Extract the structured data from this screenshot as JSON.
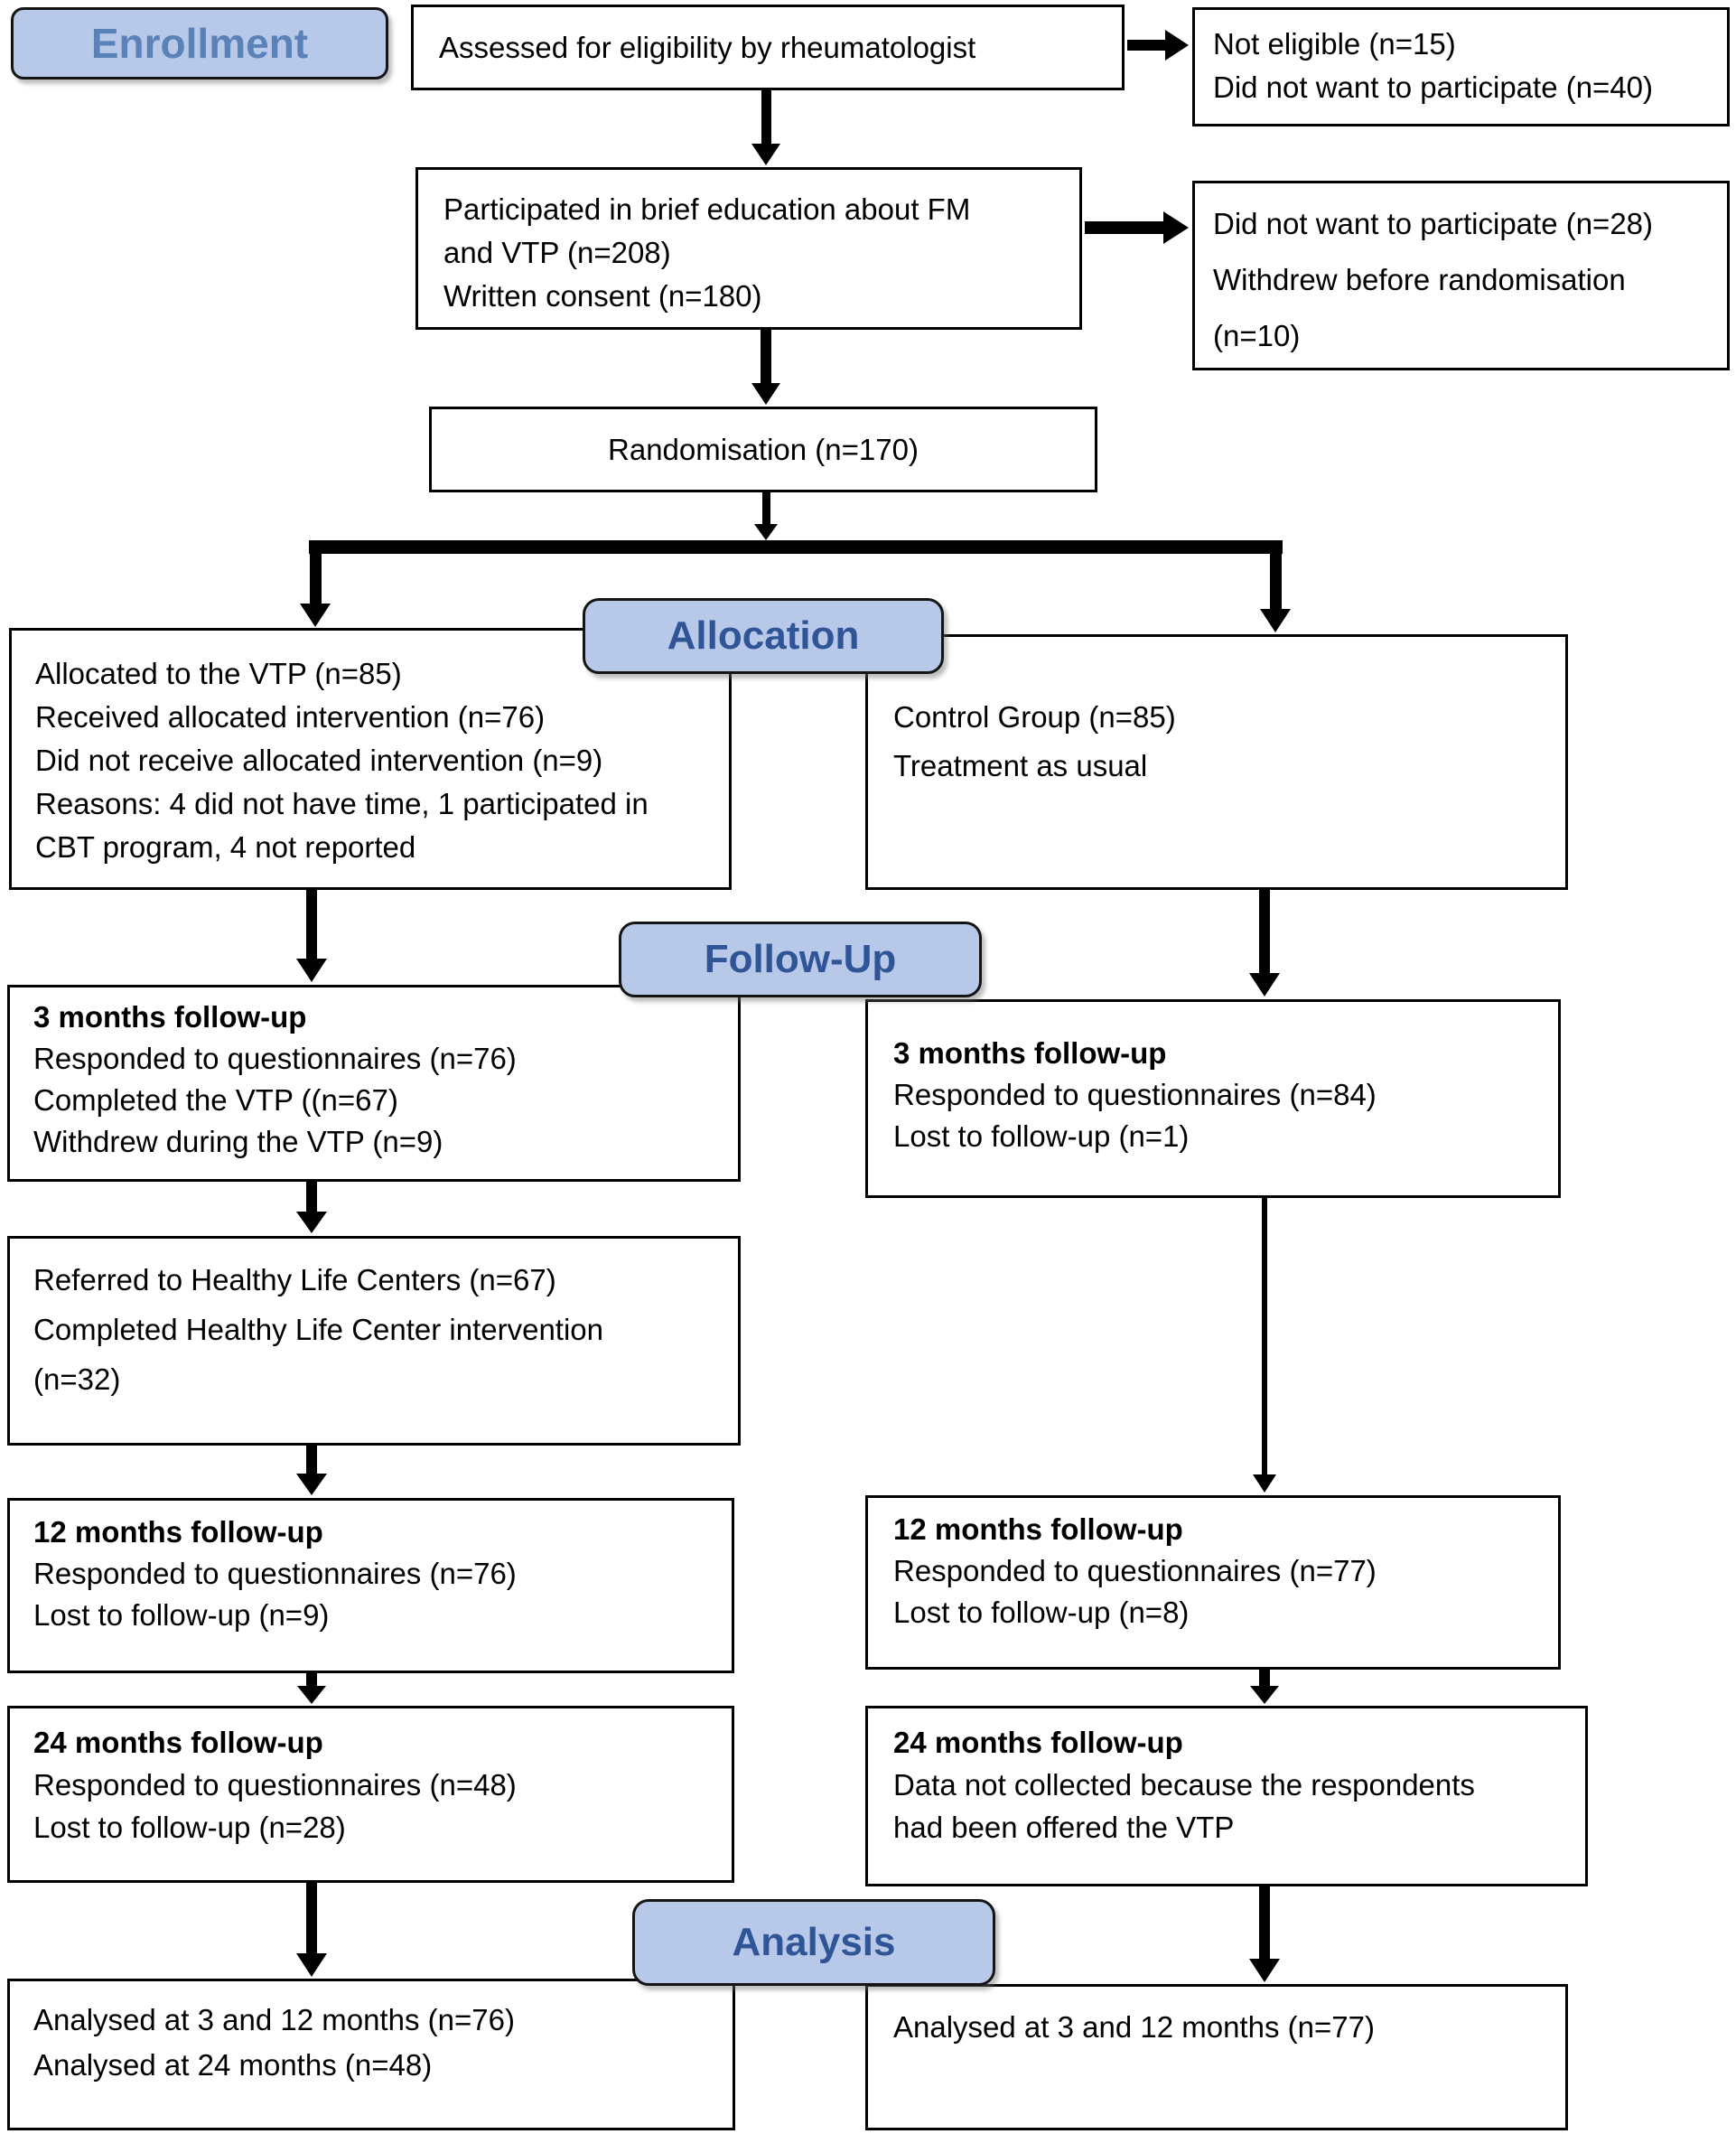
{
  "colors": {
    "badge_fill": "#b8c8e8",
    "badge_border": "#141414",
    "badge_text": "#2f5597",
    "enrollment_text": "#5b82b8",
    "box_border": "#000000",
    "text": "#000000",
    "background": "#ffffff",
    "arrow": "#000000"
  },
  "badges": {
    "enrollment": "Enrollment",
    "allocation": "Allocation",
    "followup": "Follow-Up",
    "analysis": "Analysis"
  },
  "boxes": {
    "assessed": {
      "lines": [
        "Assessed for eligibility by rheumatologist"
      ]
    },
    "not_eligible": {
      "lines": [
        "Not eligible (n=15)",
        "Did not want to participate (n=40)"
      ]
    },
    "education": {
      "lines": [
        "Participated in brief education about FM",
        "and VTP (n=208)",
        "Written consent (n=180)"
      ]
    },
    "declined": {
      "lines": [
        "Did not want to participate (n=28)",
        "Withdrew before randomisation",
        "(n=10)"
      ]
    },
    "randomisation": {
      "lines": [
        "Randomisation (n=170)"
      ]
    },
    "vtp_allocation": {
      "lines": [
        "Allocated to the VTP (n=85)",
        "Received allocated intervention (n=76)",
        "Did not receive allocated intervention (n=9)",
        "Reasons: 4 did not have time, 1 participated in",
        "CBT program, 4 not reported"
      ]
    },
    "control_allocation": {
      "lines": [
        "Control Group (n=85)",
        "Treatment as usual"
      ]
    },
    "vtp_3m": {
      "title": "3 months follow-up",
      "lines": [
        "Responded to questionnaires (n=76)",
        "Completed the VTP ((n=67)",
        "Withdrew during the VTP (n=9)"
      ]
    },
    "control_3m": {
      "title": "3 months follow-up",
      "lines": [
        "Responded to questionnaires (n=84)",
        "Lost to follow-up (n=1)"
      ]
    },
    "referred_hlc": {
      "lines": [
        "Referred to Healthy Life Centers (n=67)",
        "Completed Healthy Life Center intervention",
        "(n=32)"
      ]
    },
    "vtp_12m": {
      "title": "12 months follow-up",
      "lines": [
        "Responded to questionnaires (n=76)",
        "Lost to follow-up (n=9)"
      ]
    },
    "control_12m": {
      "title": "12 months follow-up",
      "lines": [
        "Responded to questionnaires (n=77)",
        "Lost to follow-up (n=8)"
      ]
    },
    "vtp_24m": {
      "title": "24 months follow-up",
      "lines": [
        "Responded to questionnaires (n=48)",
        "Lost to follow-up (n=28)"
      ]
    },
    "control_24m": {
      "title": "24 months follow-up",
      "lines": [
        "Data not collected because the respondents",
        "had been offered the VTP"
      ]
    },
    "vtp_analysis": {
      "lines": [
        "Analysed at 3 and 12 months (n=76)",
        "Analysed at 24 months (n=48)"
      ]
    },
    "control_analysis": {
      "lines": [
        "Analysed at 3 and 12 months (n=77)"
      ]
    }
  }
}
